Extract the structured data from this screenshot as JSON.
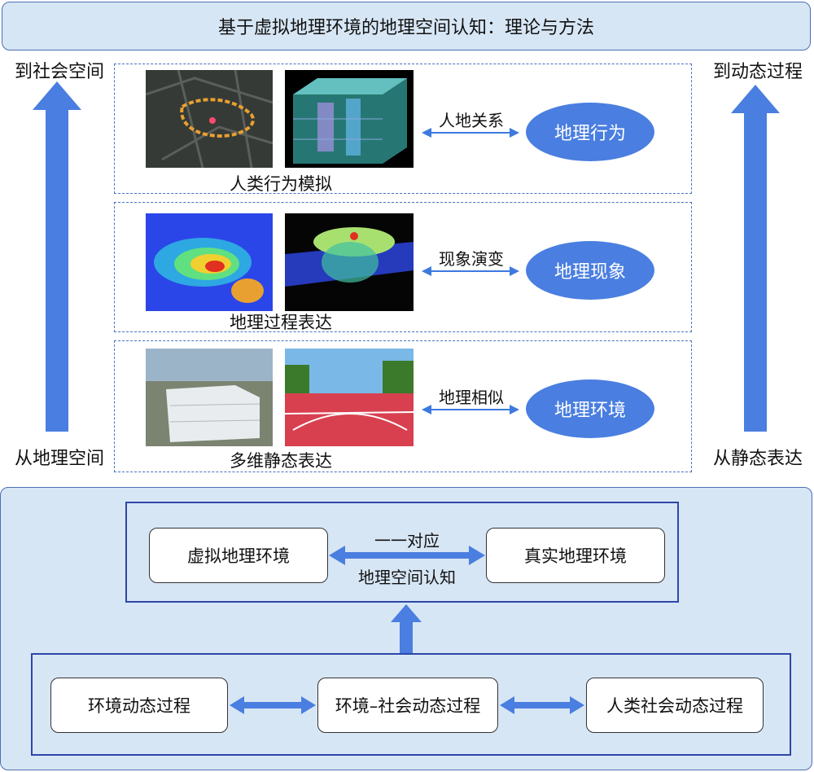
{
  "title": "基于虚拟地理环境的地理空间认知：理论与方法",
  "left_top_label": "到社会空间",
  "left_bottom_label": "从地理空间",
  "right_top_label": "到动态过程",
  "right_bottom_label": "从静态表达",
  "rows": [
    {
      "caption": "人类行为模拟",
      "relation": "人地关系",
      "ellipse": "地理行为"
    },
    {
      "caption": "地理过程表达",
      "relation": "现象演变",
      "ellipse": "地理现象"
    },
    {
      "caption": "多维静态表达",
      "relation": "地理相似",
      "ellipse": "地理环境"
    }
  ],
  "bottom": {
    "virtual_env": "虚拟地理环境",
    "real_env": "真实地理环境",
    "correspondence": "一一对应",
    "cognition": "地理空间认知",
    "processes": [
      "环境动态过程",
      "环境–社会动态过程",
      "人类社会动态过程"
    ]
  },
  "colors": {
    "accent": "#4a7ee0",
    "panel_bg": "#d7e6f5",
    "border": "#2d47a8"
  }
}
